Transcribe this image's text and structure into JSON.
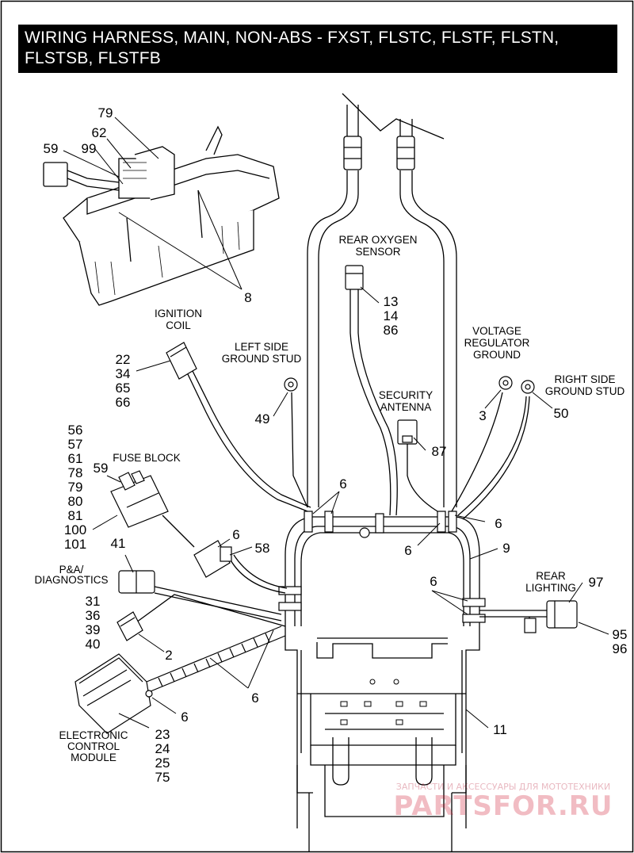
{
  "title": "WIRING HARNESS, MAIN, NON-ABS - FXST, FLSTC, FLSTF, FLSTN, FLSTSB, FLSTFB",
  "labels": {
    "rear_oxygen_sensor": [
      "REAR OXYGEN",
      "SENSOR"
    ],
    "ignition_coil": [
      "IGNITION",
      "COIL"
    ],
    "left_side_ground_stud": [
      "LEFT SIDE",
      "GROUND STUD"
    ],
    "voltage_regulator_ground": [
      "VOLTAGE",
      "REGULATOR",
      "GROUND"
    ],
    "right_side_ground_stud": [
      "RIGHT SIDE",
      "GROUND STUD"
    ],
    "security_antenna": [
      "SECURITY",
      "ANTENNA"
    ],
    "fuse_block": [
      "FUSE BLOCK"
    ],
    "pa_diagnostics": [
      "P&A/",
      "DIAGNOSTICS"
    ],
    "rear_lighting": [
      "REAR",
      "LIGHTING"
    ],
    "electronic_control_module": [
      "ELECTRONIC",
      "CONTROL",
      "MODULE"
    ]
  },
  "callouts": {
    "top_bracket": [
      "79",
      "62",
      "59",
      "99"
    ],
    "bracket_8": "8",
    "oxygen_parts": [
      "13",
      "14",
      "86"
    ],
    "ignition_parts": [
      "22",
      "34",
      "65",
      "66"
    ],
    "left_ground_49": "49",
    "vr_ground_3": "3",
    "right_ground_50": "50",
    "antenna_87": "87",
    "fuse_parts": [
      "56",
      "57",
      "61",
      "78",
      "79",
      "80",
      "81",
      "100",
      "101"
    ],
    "fuse_59": "59",
    "clip_6": "6",
    "connector_58": "58",
    "harness_9": "9",
    "connector_41": "41",
    "diag_parts": [
      "31",
      "36",
      "39",
      "40"
    ],
    "diag_2": "2",
    "rear_lighting_97": "97",
    "rear_lighting_parts": [
      "95",
      "96"
    ],
    "ecm_parts": [
      "23",
      "24",
      "25",
      "75"
    ],
    "frame_11": "11"
  },
  "watermark": {
    "small": "ЗАПЧАСТИ И АКСЕССУАРЫ ДЛЯ МОТОТЕХНИКИ",
    "big": "PARTSFOR.RU"
  }
}
